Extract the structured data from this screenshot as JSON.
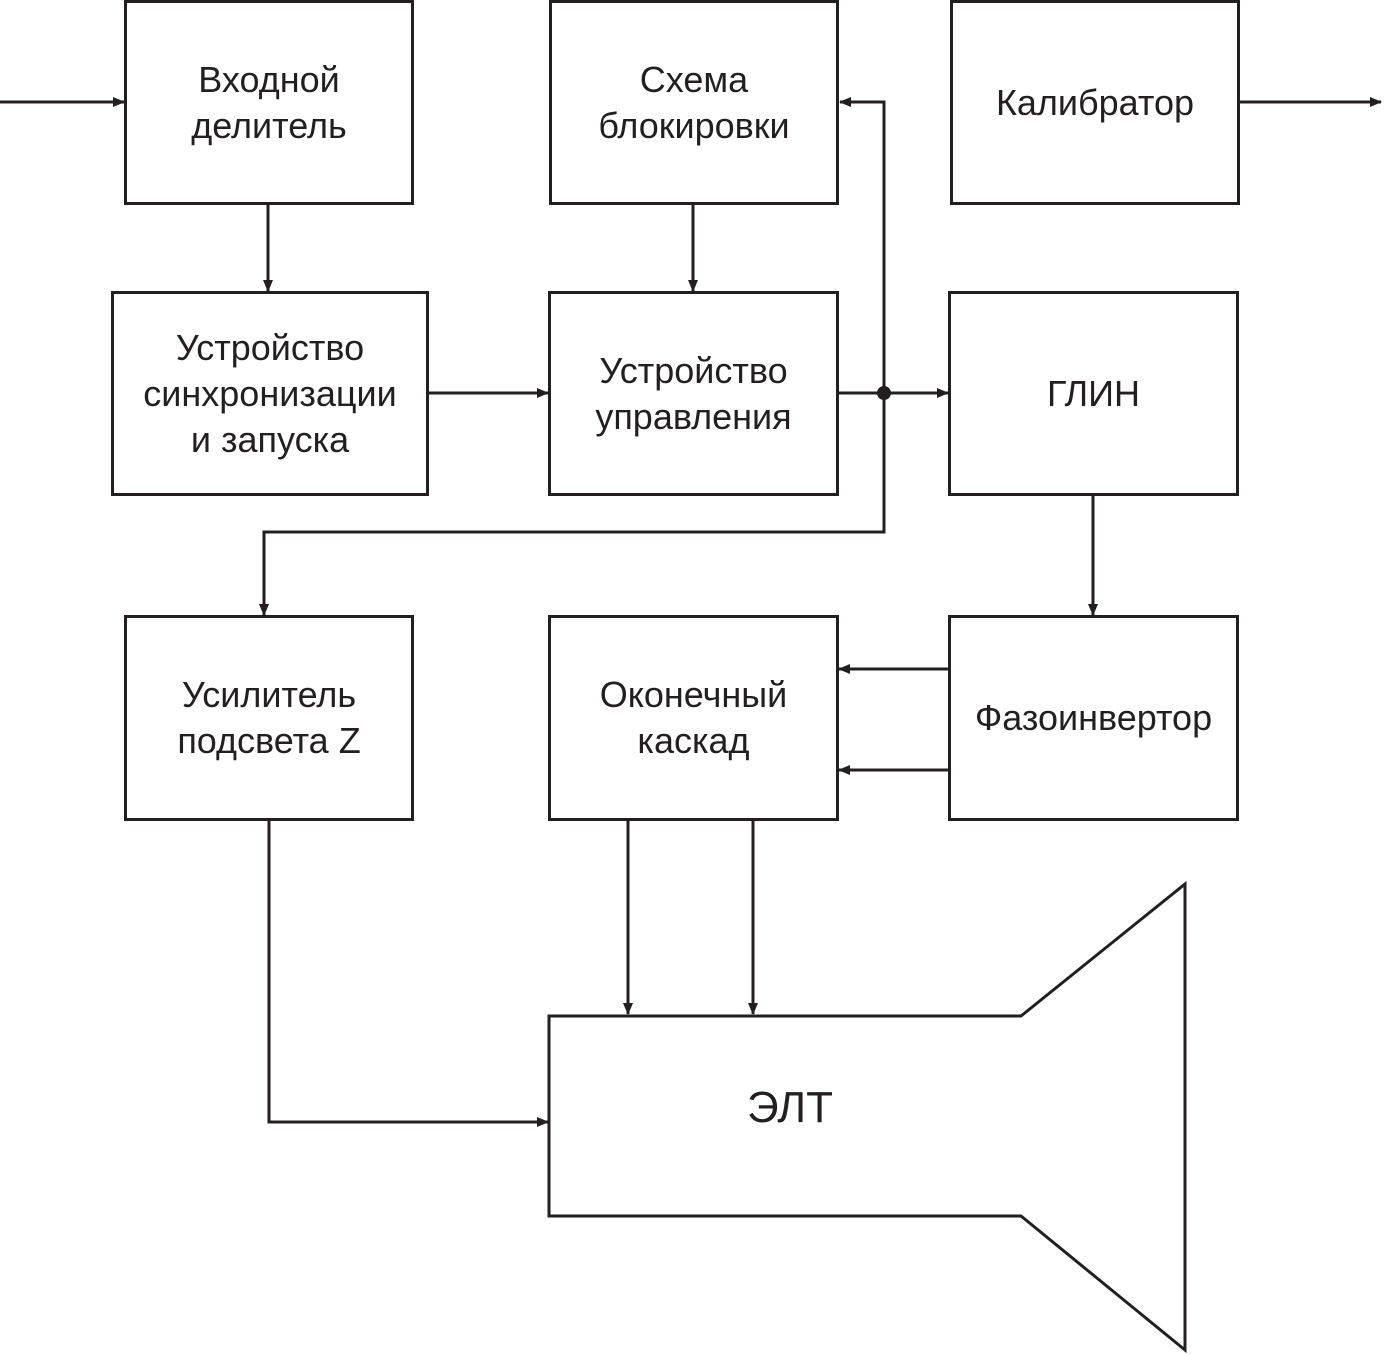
{
  "blocks": {
    "input_divider": "Входной\nделитель",
    "blocking_circuit": "Схема\nблокировки",
    "calibrator": "Калибратор",
    "sync_trigger": "Устройство\nсинхронизации\nи запуска",
    "control_unit": "Устройство\nуправления",
    "ramp_generator": "ГЛИН",
    "z_amplifier": "Усилитель\nподсвета Z",
    "output_stage": "Оконечный\nкаскад",
    "phase_inverter": "Фазоинвертор"
  },
  "crt": {
    "label": "ЭЛТ"
  },
  "colors": {
    "line": "#231f20",
    "background": "#ffffff"
  }
}
